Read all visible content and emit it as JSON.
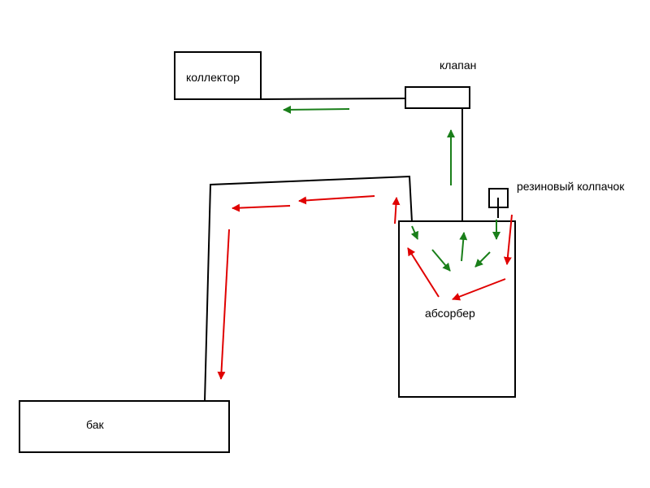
{
  "labels": {
    "collector": "коллектор",
    "valve": "клапан",
    "rubber_cap": "резиновый колпачок",
    "absorber": "абсорбер",
    "tank": "бак"
  },
  "colors": {
    "green_flow": "#1a7f1a",
    "red_flow": "#e00000",
    "outline": "#000000"
  }
}
